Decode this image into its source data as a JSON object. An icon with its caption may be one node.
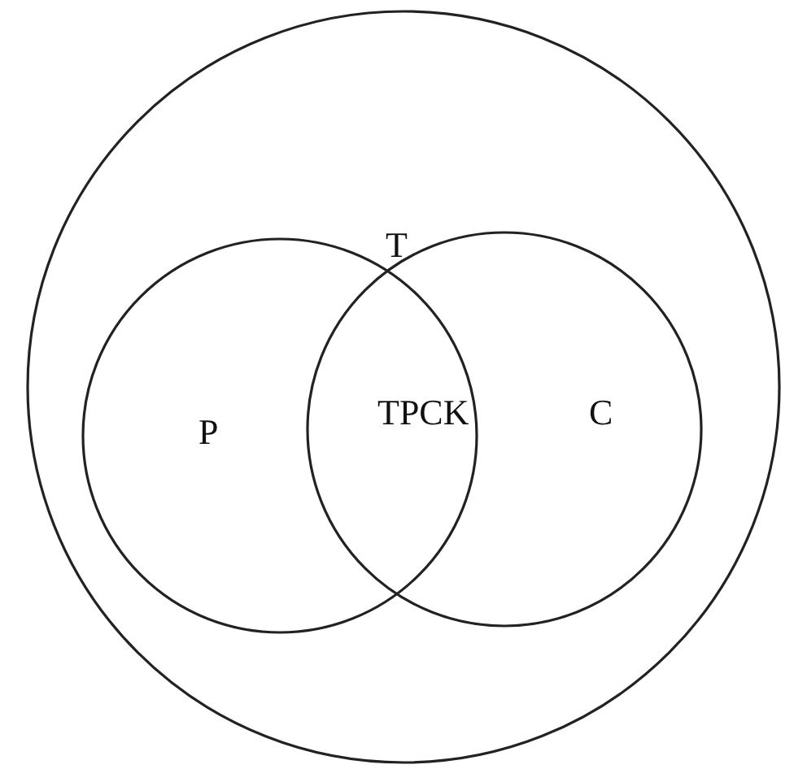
{
  "diagram": {
    "nodes": [
      {
        "text": [
          "T"
        ]
      },
      {
        "text": [
          "P"
        ],
        "in": 0
      },
      {
        "text": [
          "C"
        ],
        "in": 0
      }
    ],
    "edges": [],
    "labels": [
      "TPCK"
    ]
  }
}
